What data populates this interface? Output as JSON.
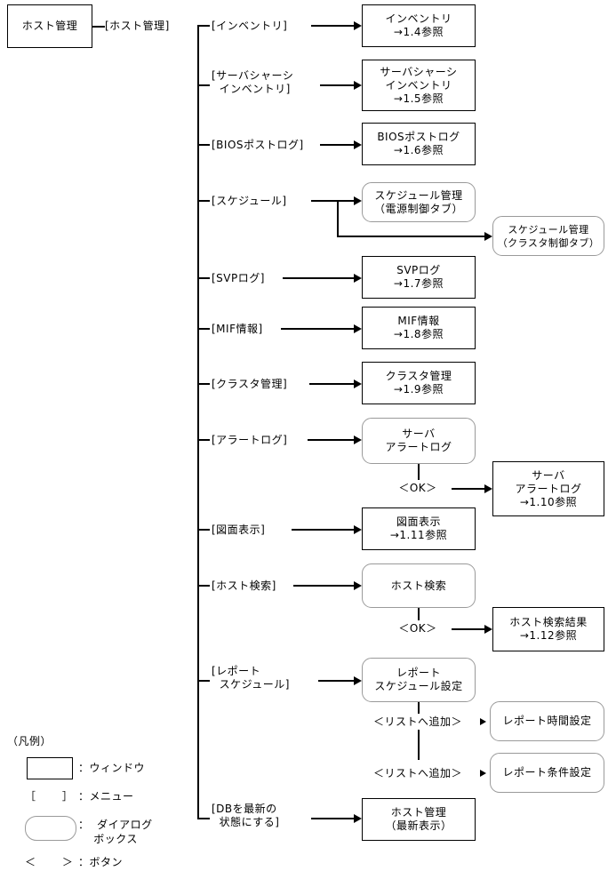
{
  "diagram": {
    "root": {
      "label": "ホスト管理",
      "type": "window"
    },
    "root_menu": {
      "label": "[ホスト管理]",
      "type": "menu"
    },
    "branches": [
      {
        "menu": "[インベントリ]",
        "target": "インベントリ\n→1.4参照",
        "target_type": "window"
      },
      {
        "menu": "[サーバシャーシ\n  インベントリ]",
        "target": "サーバシャーシ\nインベントリ\n→1.5参照",
        "target_type": "window"
      },
      {
        "menu": "[BIOSポストログ]",
        "target": "BIOSポストログ\n→1.6参照",
        "target_type": "window"
      },
      {
        "menu": "[スケジュール]",
        "target": "スケジュール管理\n（電源制御タブ）",
        "target_type": "dialog"
      },
      {
        "menu": "[SVPログ]",
        "target": "SVPログ\n→1.7参照",
        "target_type": "window"
      },
      {
        "menu": "[MIF情報]",
        "target": "MIF情報\n→1.8参照",
        "target_type": "window"
      },
      {
        "menu": "[クラスタ管理]",
        "target": "クラスタ管理\n→1.9参照",
        "target_type": "window"
      },
      {
        "menu": "[アラートログ]",
        "target": "サーバ\nアラートログ",
        "target_type": "dialog"
      },
      {
        "menu": "[図面表示]",
        "target": "図面表示\n→1.11参照",
        "target_type": "window"
      },
      {
        "menu": "[ホスト検索]",
        "target": "ホスト検索",
        "target_type": "dialog"
      },
      {
        "menu": "[レポート\n  スケジュール]",
        "target": "レポート\nスケジュール設定",
        "target_type": "dialog"
      },
      {
        "menu": "[DBを最新の\n  状態にする]",
        "target": "ホスト管理\n（最新表示）",
        "target_type": "window"
      }
    ],
    "secondary": [
      {
        "label": "スケジュール管理\n（クラスタ制御タブ）",
        "type": "dialog"
      },
      {
        "label": "サーバ\nアラートログ\n→1.10参照",
        "type": "window"
      },
      {
        "label": "ホスト検索結果\n→1.12参照",
        "type": "window"
      },
      {
        "label": "レポート時間設定",
        "type": "dialog"
      },
      {
        "label": "レポート条件設定",
        "type": "dialog"
      }
    ],
    "buttons": {
      "ok_alert": "＜OK＞",
      "ok_search": "＜OK＞",
      "add_list_time": "＜リストへ追加＞",
      "add_list_cond": "＜リストへ追加＞"
    }
  },
  "legend": {
    "title": "（凡例）",
    "items": [
      {
        "symbol": "rect",
        "text": "：ウィンドウ"
      },
      {
        "symbol": "bracket",
        "symbol_text": "［      ］",
        "text": "：メニュー"
      },
      {
        "symbol": "rounded",
        "text": "：  ダイアログ\n    ボックス"
      },
      {
        "symbol": "angle",
        "symbol_text": "＜      ＞",
        "text": "：ボタン"
      }
    ]
  },
  "colors": {
    "line": "#000000",
    "window_border": "#000000",
    "dialog_border": "#9a9a9a",
    "background": "#ffffff"
  }
}
